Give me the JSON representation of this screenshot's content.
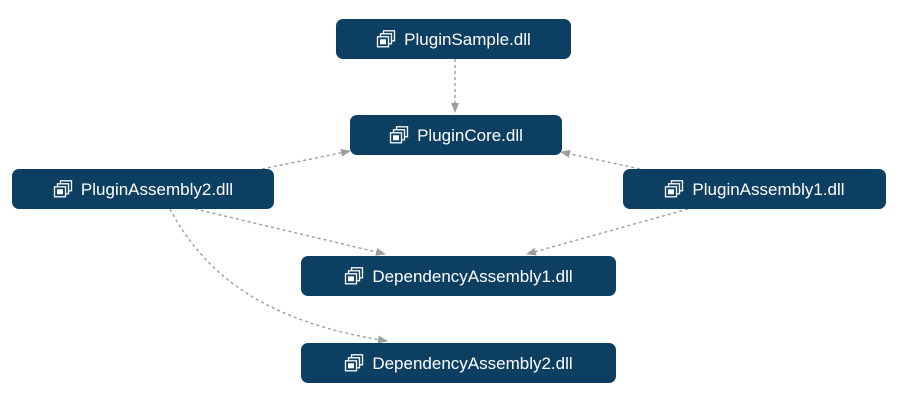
{
  "diagram": {
    "nodes": [
      {
        "id": "plugin-sample",
        "label": "PluginSample.dll",
        "icon": "assembly-stack-icon"
      },
      {
        "id": "plugin-core",
        "label": "PluginCore.dll",
        "icon": "assembly-stack-icon"
      },
      {
        "id": "plugin-assembly2",
        "label": "PluginAssembly2.dll",
        "icon": "assembly-stack-icon"
      },
      {
        "id": "plugin-assembly1",
        "label": "PluginAssembly1.dll",
        "icon": "assembly-stack-icon"
      },
      {
        "id": "dependency-assembly1",
        "label": "DependencyAssembly1.dll",
        "icon": "assembly-stack-icon"
      },
      {
        "id": "dependency-assembly2",
        "label": "DependencyAssembly2.dll",
        "icon": "assembly-stack-icon"
      }
    ],
    "edges": [
      {
        "from": "plugin-sample",
        "to": "plugin-core",
        "style": "dashed"
      },
      {
        "from": "plugin-assembly2",
        "to": "plugin-core",
        "style": "dashed"
      },
      {
        "from": "plugin-assembly1",
        "to": "plugin-core",
        "style": "dashed"
      },
      {
        "from": "plugin-assembly2",
        "to": "dependency-assembly1",
        "style": "dashed"
      },
      {
        "from": "plugin-assembly1",
        "to": "dependency-assembly1",
        "style": "dashed"
      },
      {
        "from": "plugin-assembly2",
        "to": "dependency-assembly2",
        "style": "dashed"
      }
    ],
    "colors": {
      "node_background": "#0d3f63",
      "node_text": "#ffffff",
      "edge": "#9e9e9e"
    }
  }
}
